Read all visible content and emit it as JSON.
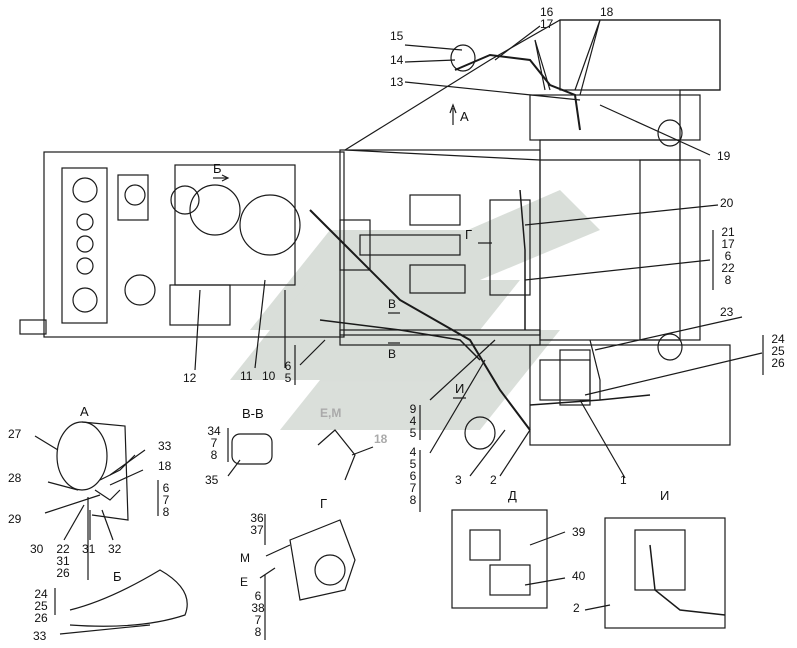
{
  "diagram": {
    "watermark_color": "#cfd6cf",
    "stroke_color": "#1a1a1a",
    "callouts": {
      "c15": "15",
      "c14": "14",
      "c13": "13",
      "c16": "16",
      "c17a": "17",
      "c18top": "18",
      "c19": "19",
      "c20": "20",
      "c21": "21",
      "c17b": "17",
      "c6a": "6",
      "c22a": "22",
      "c8a": "8",
      "c23": "23",
      "c24a": "24",
      "c25a": "25",
      "c26a": "26",
      "c12": "12",
      "c11": "11",
      "c10": "10",
      "c6b": "6",
      "c5a": "5",
      "c9": "9",
      "c4a": "4",
      "c5b": "5",
      "c4b": "4",
      "c5c": "5",
      "c6c": "6",
      "c7a": "7",
      "c8b": "8",
      "c3": "3",
      "c2a": "2",
      "c1": "1"
    },
    "view_labels": {
      "A_top": "А",
      "B_top": "Б",
      "G_mid": "Г",
      "V1": "В",
      "V2": "В",
      "I_mid": "И",
      "A_inset": "А",
      "VV_inset": "В-В",
      "EM_inset": "Е,М",
      "G_inset": "Г",
      "D_inset": "Д",
      "I_inset": "И",
      "B_inset": "Б"
    },
    "inset_A": {
      "c27": "27",
      "c33": "33",
      "c18": "18",
      "c28": "28",
      "c6": "6",
      "c7": "7",
      "c8": "8",
      "c29": "29",
      "c30": "30",
      "c22": "22",
      "c31": "31",
      "c32": "32",
      "c26": "26"
    },
    "inset_VV": {
      "c34": "34",
      "c7": "7",
      "c8": "8",
      "c35": "35"
    },
    "inset_EM": {
      "c18": "18"
    },
    "inset_G": {
      "c36": "36",
      "c37": "37",
      "M": "М",
      "E": "Е",
      "c6": "6",
      "c38": "38",
      "c7": "7",
      "c8": "8"
    },
    "inset_B": {
      "c24": "24",
      "c25": "25",
      "c26": "26",
      "c33": "33"
    },
    "inset_D": {
      "c39": "39",
      "c40": "40"
    },
    "inset_I": {
      "c2": "2"
    }
  }
}
